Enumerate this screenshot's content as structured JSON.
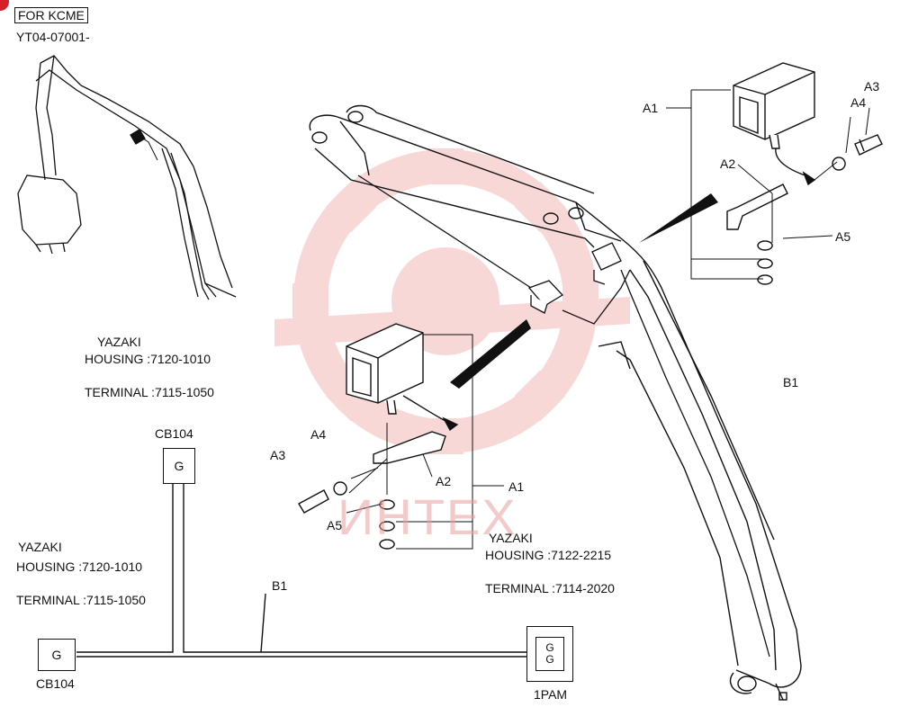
{
  "header": {
    "for_label": "FOR KCME",
    "serial": "YT04-07001-"
  },
  "watermark": {
    "text": "ИНТЕХ",
    "color": "#e8a0a0"
  },
  "colors": {
    "ink": "#111111",
    "watermark_red": "#f3b7b7",
    "corner_mark": "#d81e2a"
  },
  "connector_spec_upper": {
    "brand": "YAZAKI",
    "housing": "HOUSING  :7120-1010",
    "terminal": "TERMINAL  :7115-1050"
  },
  "connector_spec_left": {
    "brand": "YAZAKI",
    "housing": "HOUSING  :7120-1010",
    "terminal": "TERMINAL :7115-1050"
  },
  "connector_spec_right": {
    "brand": "YAZAKI",
    "housing": "HOUSING  :7122-2215",
    "terminal": "TERMINAL :7114-2020"
  },
  "connectors": {
    "cb104_top_label": "CB104",
    "cb104_top_letter": "G",
    "cb104_bottom_label": "CB104",
    "cb104_bottom_letter": "G",
    "pam_label": "1PAM",
    "pam_letter_top": "G",
    "pam_letter_bottom": "G"
  },
  "callouts": {
    "a1_upper": "A1",
    "a2_upper": "A2",
    "a3_upper": "A3",
    "a4_upper": "A4",
    "a5_upper": "A5",
    "b1_boom": "B1",
    "a1_lower": "A1",
    "a2_lower": "A2",
    "a3_lower": "A3",
    "a4_lower": "A4",
    "a5_lower": "A5",
    "b1_harness": "B1"
  }
}
